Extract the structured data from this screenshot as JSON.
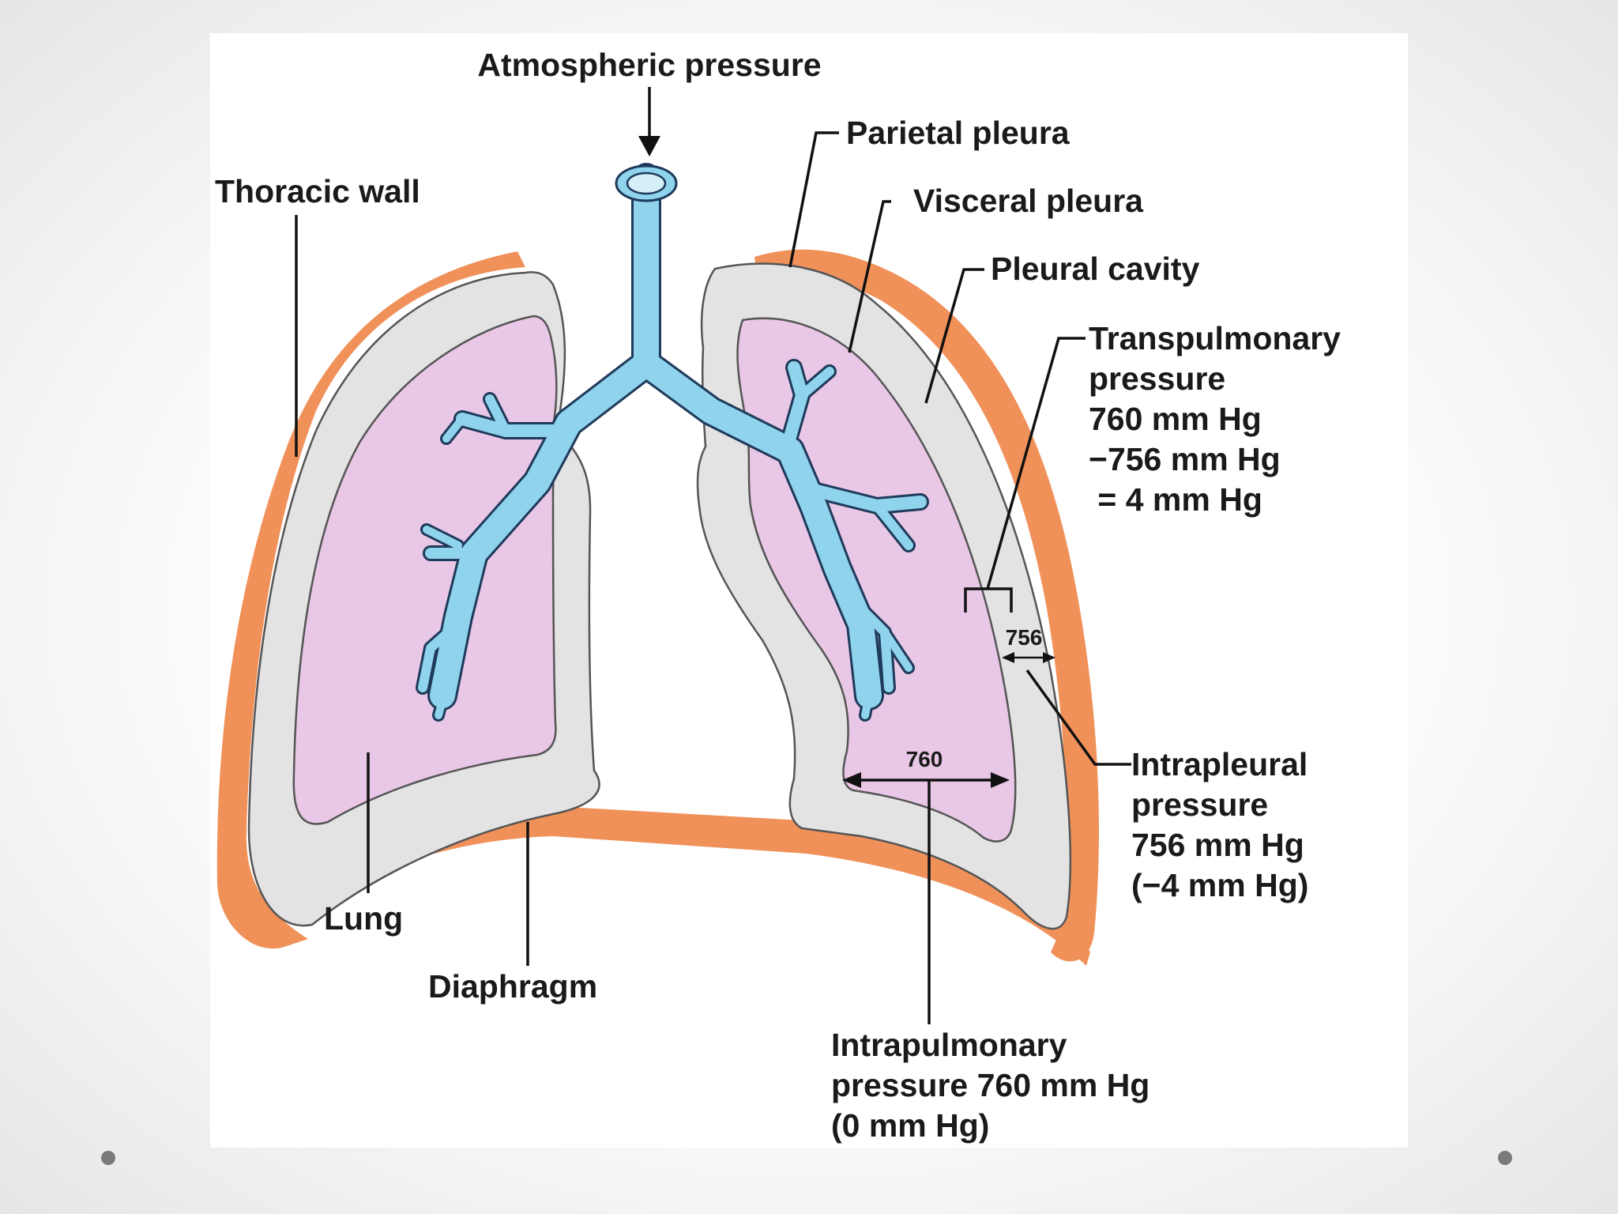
{
  "labels": {
    "atmospheric": "Atmospheric pressure",
    "parietal": "Parietal pleura",
    "visceral": "Visceral pleura",
    "pleural_cavity": "Pleural cavity",
    "thoracic_wall": "Thoracic wall",
    "lung": "Lung",
    "diaphragm": "Diaphragm",
    "transpulmonary": [
      "Transpulmonary",
      "pressure",
      "760 mm Hg",
      "−756 mm Hg",
      " = 4 mm Hg"
    ],
    "intrapleural": [
      "Intrapleural",
      "pressure",
      "756 mm Hg",
      "(−4 mm Hg)"
    ],
    "intrapulmonary": [
      "Intrapulmonary",
      "pressure 760 mm Hg",
      "(0 mm Hg)"
    ]
  },
  "markers": {
    "intrapulmonary_value": "760",
    "intrapleural_value": "756"
  },
  "colors": {
    "thoracic_wall": "#f0915a",
    "pleural_cavity": "#e3e3e3",
    "lung": "#e9c7e6",
    "airway": "#8fd3ec"
  }
}
